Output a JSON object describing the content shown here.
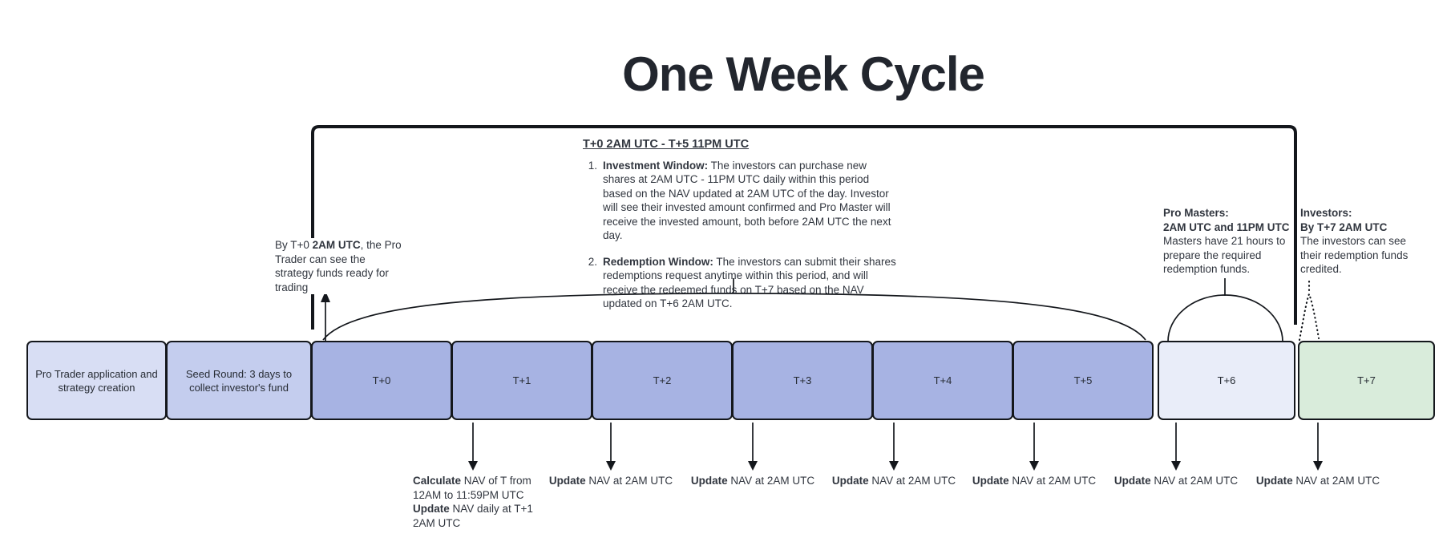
{
  "title": "One Week Cycle",
  "bracket_label": {
    "heading": "T+0 2AM UTC - T+5 11PM UTC",
    "items": [
      {
        "num": "1.",
        "segments": [
          {
            "t": "Investment Window:",
            "b": true
          },
          {
            "t": " The investors can purchase new shares at 2AM UTC - 11PM UTC daily within this period based on the NAV updated at 2AM UTC of the day. Investor will see their invested amount confirmed and Pro Master will receive the invested amount, both before 2AM UTC the next day."
          }
        ]
      },
      {
        "num": "2.",
        "segments": [
          {
            "t": "Redemption Window:",
            "b": true
          },
          {
            "t": " The investors can submit their shares redemptions request anytime within this period, and will receive the redeemed funds on T+7 based on the NAV updated on T+6 2AM UTC."
          }
        ]
      }
    ]
  },
  "annotations": {
    "pro_trader": {
      "segments": [
        {
          "t": "By T+0 "
        },
        {
          "t": "2AM UTC",
          "b": true
        },
        {
          "t": ", the Pro Trader can see the strategy funds ready for trading"
        }
      ]
    },
    "pro_masters": {
      "title": "Pro Masters:",
      "subtitle": "2AM UTC and 11PM UTC",
      "body": "Masters have 21 hours to prepare the required redemption funds."
    },
    "investors": {
      "title": "Investors:",
      "subtitle": "By T+7 2AM UTC",
      "body": "The investors can see their redemption funds credited."
    }
  },
  "timeline": {
    "boxes": [
      {
        "id": "application",
        "label": "Pro Trader application and strategy creation"
      },
      {
        "id": "seed-round",
        "label": "Seed Round: 3 days  to collect investor's fund"
      },
      {
        "id": "t0",
        "label": "T+0"
      },
      {
        "id": "t1",
        "label": "T+1"
      },
      {
        "id": "t2",
        "label": "T+2"
      },
      {
        "id": "t3",
        "label": "T+3"
      },
      {
        "id": "t4",
        "label": "T+4"
      },
      {
        "id": "t5",
        "label": "T+5"
      },
      {
        "id": "t6",
        "label": "T+6"
      },
      {
        "id": "t7",
        "label": "T+7"
      }
    ]
  },
  "nav_labels": {
    "calculate": {
      "line1": [
        {
          "t": "Calculate",
          "b": true
        },
        {
          "t": " NAV of T from 12AM to 11:59PM UTC"
        }
      ],
      "line2": [
        {
          "t": "Update",
          "b": true
        },
        {
          "t": " NAV daily at T+1 2AM UTC"
        }
      ]
    },
    "updates": [
      [
        {
          "t": "Update",
          "b": true
        },
        {
          "t": " NAV at 2AM UTC"
        }
      ],
      [
        {
          "t": "Update",
          "b": true
        },
        {
          "t": " NAV at 2AM UTC"
        }
      ],
      [
        {
          "t": "Update",
          "b": true
        },
        {
          "t": " NAV at 2AM UTC"
        }
      ],
      [
        {
          "t": "Update",
          "b": true
        },
        {
          "t": " NAV at 2AM UTC"
        }
      ],
      [
        {
          "t": "Update",
          "b": true
        },
        {
          "t": " NAV at 2AM UTC"
        }
      ],
      [
        {
          "t": "Update",
          "b": true
        },
        {
          "t": " NAV at 2AM UTC"
        }
      ]
    ]
  },
  "colors": {
    "ink": "#14171c",
    "text": "#31363f",
    "title": "#22262e",
    "box-border": "#14171c",
    "box-stage1": "#d8def4",
    "box-stage2": "#c4cdee",
    "box-day": "#a7b3e3",
    "box-t6": "#e9edf9",
    "box-t7": "#d9ecdb"
  }
}
